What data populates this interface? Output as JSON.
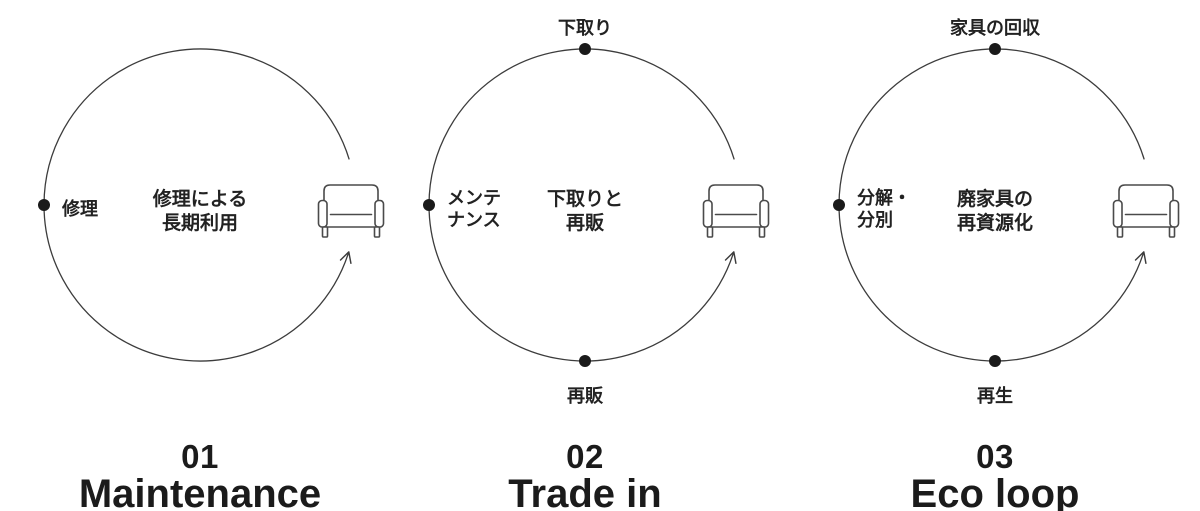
{
  "page": {
    "background_color": "#ffffff"
  },
  "colors": {
    "circle_line": "#3c3c3c",
    "dot": "#1a1a1a",
    "label_text": "#222222",
    "heading_text": "#1b1b1b"
  },
  "icons": {
    "furniture": "armchair-icon",
    "flow_direction": "arrowhead-icon"
  },
  "diagrams": [
    {
      "number": "01",
      "name": "Maintenance",
      "center_lines": [
        "修理による",
        "長期利用"
      ],
      "node_labels": {
        "left": [
          "修理"
        ]
      }
    },
    {
      "number": "02",
      "name": "Trade in",
      "center_lines": [
        "下取りと",
        "再販"
      ],
      "node_labels": {
        "top": "下取り",
        "left": [
          "メンテ",
          "ナンス"
        ],
        "bottom": "再販"
      }
    },
    {
      "number": "03",
      "name": "Eco loop",
      "center_lines": [
        "廃家具の",
        "再資源化"
      ],
      "node_labels": {
        "top": "家具の回収",
        "left": [
          "分解・",
          "分別"
        ],
        "bottom": "再生"
      }
    }
  ]
}
